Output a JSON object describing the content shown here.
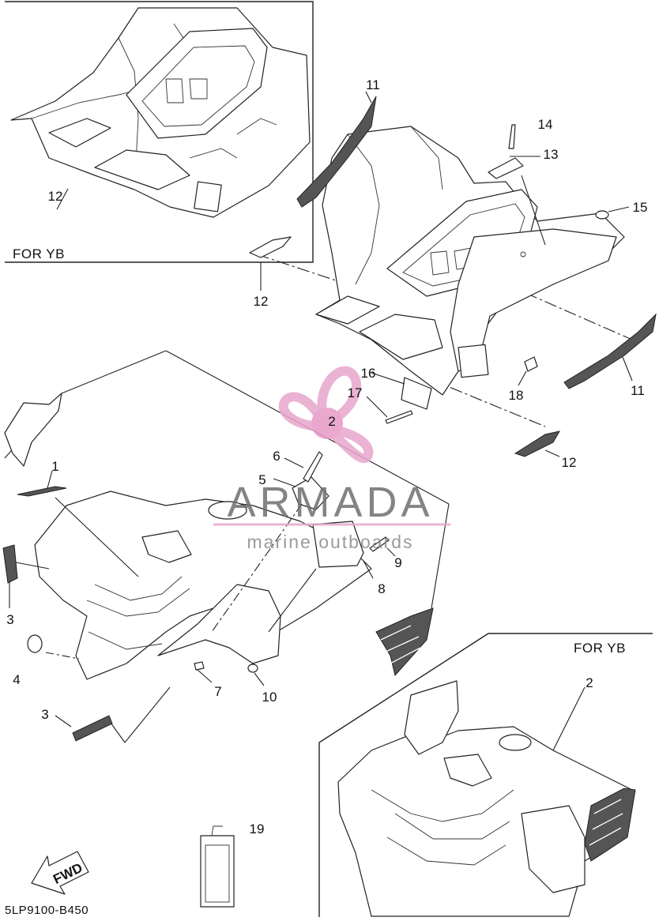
{
  "inset_top_left": {
    "label": "FOR YB",
    "callout": "12"
  },
  "inset_bottom_right": {
    "label": "FOR YB",
    "callout": "2"
  },
  "callouts": [
    {
      "id": "c1",
      "text": "1"
    },
    {
      "id": "c2",
      "text": "2"
    },
    {
      "id": "c3a",
      "text": "3"
    },
    {
      "id": "c3b",
      "text": "3"
    },
    {
      "id": "c4",
      "text": "4"
    },
    {
      "id": "c5",
      "text": "5"
    },
    {
      "id": "c6",
      "text": "6"
    },
    {
      "id": "c7",
      "text": "7"
    },
    {
      "id": "c8",
      "text": "8"
    },
    {
      "id": "c9",
      "text": "9"
    },
    {
      "id": "c10",
      "text": "10"
    },
    {
      "id": "c11a",
      "text": "11"
    },
    {
      "id": "c11b",
      "text": "11"
    },
    {
      "id": "c12a",
      "text": "12"
    },
    {
      "id": "c12b",
      "text": "12"
    },
    {
      "id": "c13",
      "text": "13"
    },
    {
      "id": "c14",
      "text": "14"
    },
    {
      "id": "c15",
      "text": "15"
    },
    {
      "id": "c16",
      "text": "16"
    },
    {
      "id": "c17",
      "text": "17"
    },
    {
      "id": "c18",
      "text": "18"
    },
    {
      "id": "c19",
      "text": "19"
    }
  ],
  "fwd_label": "FWD",
  "drawing_code": "5LP9100-B450",
  "watermark": {
    "brand": "ARMADA",
    "tagline": "marine outboards",
    "color": "#e8a6cc"
  }
}
